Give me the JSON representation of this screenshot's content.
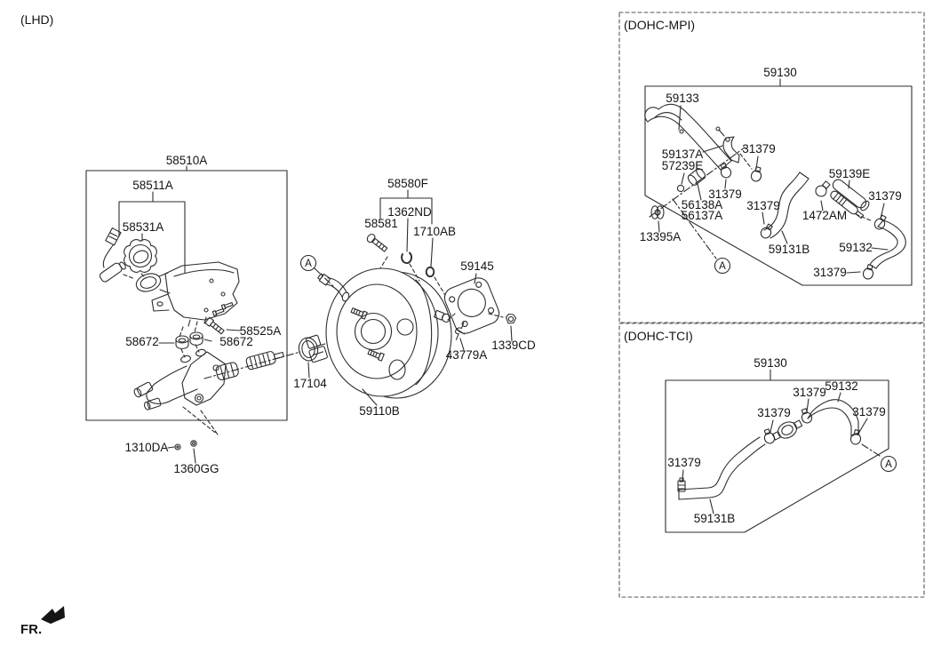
{
  "drive_variant": "(LHD)",
  "direction_label": "FR.",
  "view_marker": "A",
  "master_cylinder": {
    "assembly": "58510A",
    "reservoir_assembly": "58511A",
    "reservoir_cap": "58531A",
    "grommet": "58672",
    "screw": "58525A",
    "o_ring": "17104",
    "bolt": "1310DA",
    "washer": "1360GG"
  },
  "booster": {
    "fitting_kit": "58580F",
    "bolt": "58581",
    "clip": "1362ND",
    "o_ring": "1710AB",
    "gasket": "59145",
    "nut": "1339CD",
    "snap_clip": "43779A",
    "assembly": "59110B"
  },
  "dohc_mpi": {
    "section_title": "(DOHC-MPI)",
    "hose_assembly": "59130",
    "suction_hose": "59133",
    "bracket": "59137A",
    "damper": "57239E",
    "clamp": "31379",
    "bush_upper": "56138A",
    "bush_lower": "56137A",
    "grommet": "13395A",
    "hose_a": "59131B",
    "tube": "1472AM",
    "hose_b": "59139E",
    "hose_c": "59132"
  },
  "dohc_tci": {
    "section_title": "(DOHC-TCI)",
    "hose_assembly": "59130",
    "clamp": "31379",
    "hose_a": "59131B",
    "hose_c": "59132"
  }
}
